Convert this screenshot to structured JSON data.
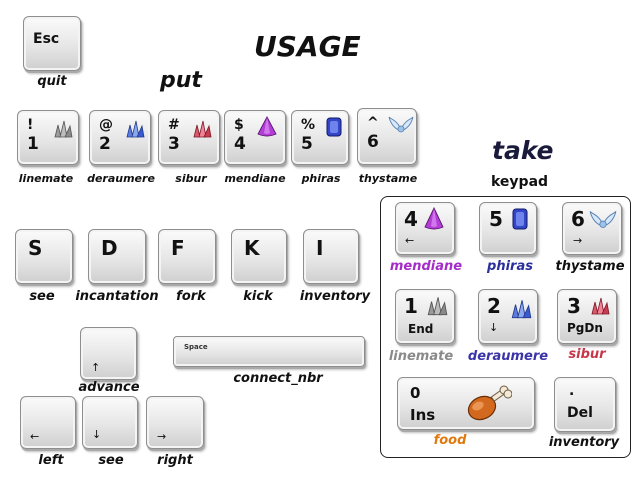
{
  "title": "USAGE",
  "sections": {
    "put": "put",
    "take": "take",
    "keypad": "keypad"
  },
  "esc": {
    "key": "Esc",
    "action": "quit"
  },
  "put_keys": [
    {
      "top": "!",
      "bottom": "1",
      "label": "linemate",
      "resource_icon": "linemate-crystal-icon",
      "color": "#8c8c8c"
    },
    {
      "top": "@",
      "bottom": "2",
      "label": "deraumere",
      "resource_icon": "deraumere-crystal-icon",
      "color": "#3a5bd0"
    },
    {
      "top": "#",
      "bottom": "3",
      "label": "sibur",
      "resource_icon": "sibur-crystal-icon",
      "color": "#c83a4e"
    },
    {
      "top": "$",
      "bottom": "4",
      "label": "mendiane",
      "resource_icon": "mendiane-gem-icon",
      "color": "#a52cc8"
    },
    {
      "top": "%",
      "bottom": "5",
      "label": "phiras",
      "resource_icon": "phiras-gem-icon",
      "color": "#3346c8"
    },
    {
      "top": "^",
      "bottom": "6",
      "label": "thystame",
      "resource_icon": "thystame-wings-icon",
      "color": "#8fb6e0"
    }
  ],
  "action_keys": [
    {
      "key": "S",
      "label": "see"
    },
    {
      "key": "D",
      "label": "incantation"
    },
    {
      "key": "F",
      "label": "fork"
    },
    {
      "key": "K",
      "label": "kick"
    },
    {
      "key": "I",
      "label": "inventory"
    }
  ],
  "movement": {
    "up": {
      "arrow": "↑",
      "label": "advance"
    },
    "left": {
      "arrow": "←",
      "label": "left"
    },
    "down": {
      "arrow": "↓",
      "label": "see"
    },
    "right": {
      "arrow": "→",
      "label": "right"
    }
  },
  "space": {
    "key": "Space",
    "label": "connect_nbr"
  },
  "keypad_keys": {
    "k4": {
      "num": "4",
      "sub": "←",
      "label": "mendiane",
      "color": "#a52cc8"
    },
    "k5": {
      "num": "5",
      "sub": "",
      "label": "phiras",
      "color": "#2b2f9c"
    },
    "k6": {
      "num": "6",
      "sub": "→",
      "label": "thystame",
      "color": "#111111"
    },
    "k1": {
      "num": "1",
      "sub": "End",
      "label": "linemate",
      "color": "#8a8a8a"
    },
    "k2": {
      "num": "2",
      "sub": "↓",
      "label": "deraumere",
      "color": "#3b34a8"
    },
    "k3": {
      "num": "3",
      "sub": "PgDn",
      "label": "sibur",
      "color": "#c8364a"
    },
    "k0": {
      "num": "0",
      "sub": "Ins",
      "label": "food",
      "color": "#e07a10"
    },
    "kdot": {
      "num": ".",
      "sub": "Del",
      "label": "inventory",
      "color": "#111111"
    }
  }
}
